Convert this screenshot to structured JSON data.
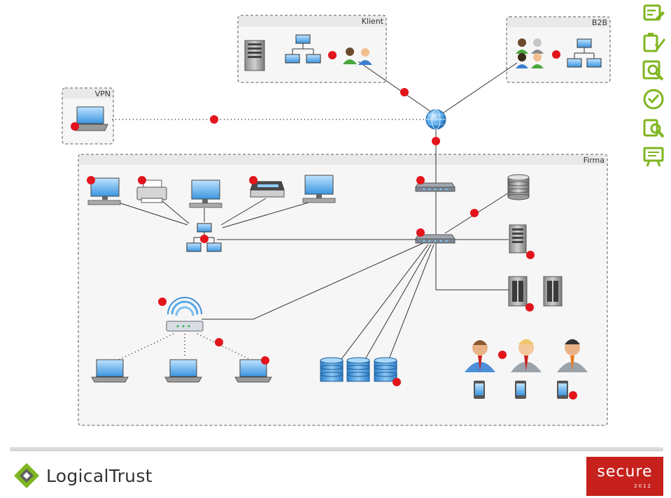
{
  "zones": {
    "klient": "Klient",
    "b2b": "B2B",
    "vpn": "VPN",
    "firma": "Firma"
  },
  "footer": {
    "brand": "LogicalTrust",
    "badge_word": "secure",
    "badge_year": "2012"
  },
  "sidebar": {
    "icons": [
      "document-edit-icon",
      "clipboard-check-icon",
      "magnify-report-icon",
      "shield-check-icon",
      "search-lock-icon",
      "presentation-icon"
    ]
  },
  "colors": {
    "marker": "#e3141b",
    "accent": "#9acd32",
    "badge": "#c6211c",
    "zone_border": "#555555",
    "zone_fill": "#f6f6f6"
  }
}
